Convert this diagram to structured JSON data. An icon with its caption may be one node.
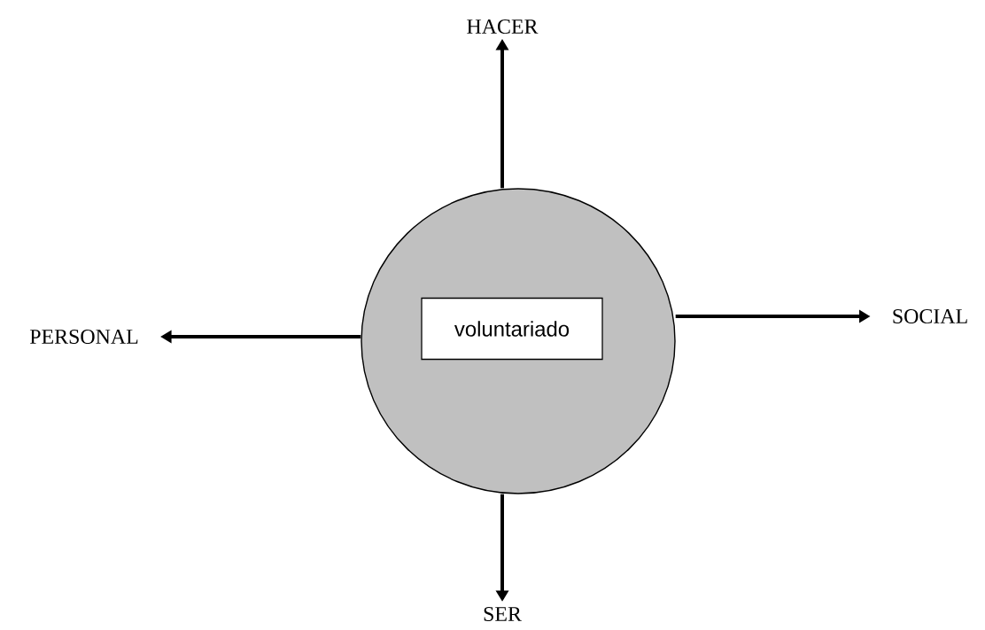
{
  "diagram": {
    "nodes": [
      {
        "text": [],
        "shape": "circle"
      },
      {
        "text": [
          "voluntariado"
        ],
        "in": 0
      },
      {
        "text": [
          "HACER"
        ]
      },
      {
        "text": [
          "PERSONAL"
        ]
      },
      {
        "text": [
          "SOCIAL"
        ]
      },
      {
        "text": [
          "SER"
        ]
      }
    ],
    "edges": [
      {
        "from": 0,
        "to": 2,
        "arrow": "to"
      },
      {
        "from": 0,
        "to": 3,
        "arrow": "to"
      },
      {
        "from": 0,
        "to": 4,
        "arrow": "to"
      },
      {
        "from": 0,
        "to": 5,
        "arrow": "to"
      }
    ]
  }
}
